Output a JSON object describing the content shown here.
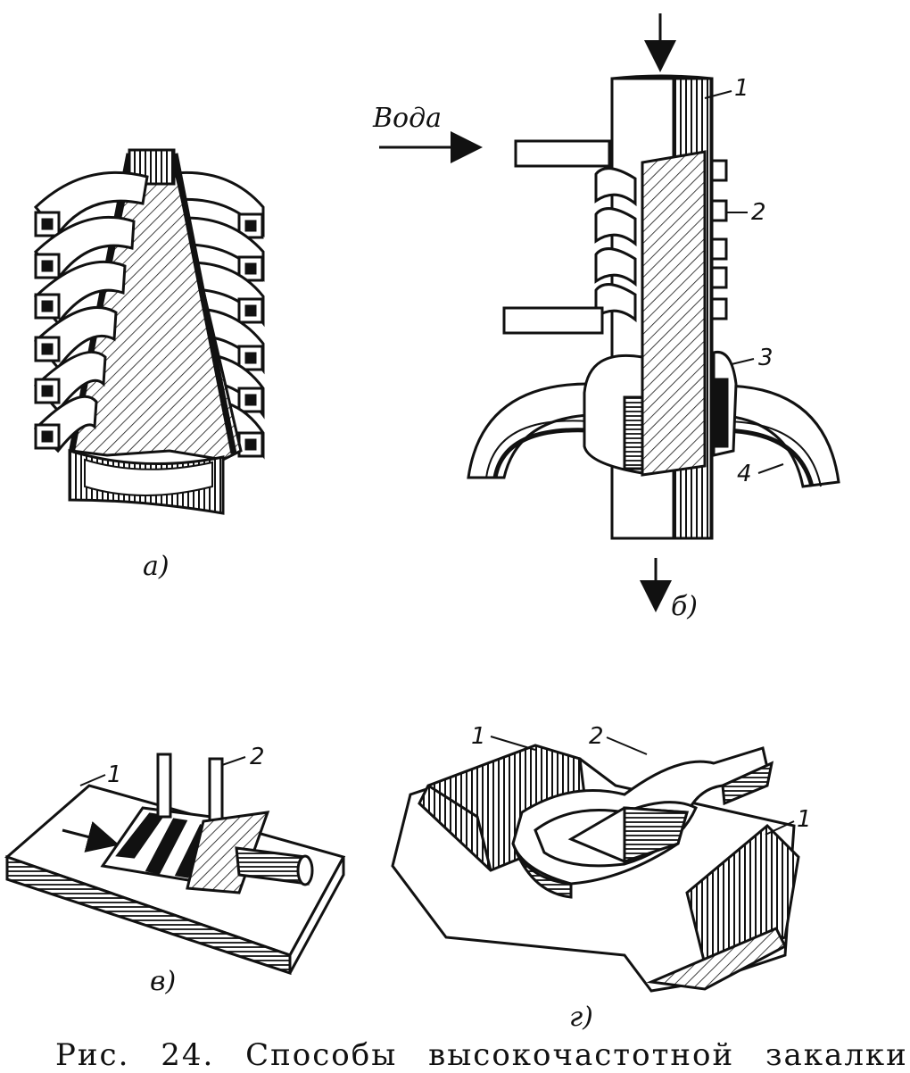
{
  "panels": {
    "a": {
      "label": "а)"
    },
    "b": {
      "label": "б)",
      "water_label": "Вода",
      "callouts": [
        "1",
        "2",
        "3",
        "4"
      ]
    },
    "v": {
      "label": "в)",
      "callouts": [
        "1",
        "2"
      ]
    },
    "g": {
      "label": "г)",
      "callouts": [
        "1",
        "2",
        "1"
      ]
    }
  },
  "caption": "Рис. 24. Способы высокочастотной закалки"
}
